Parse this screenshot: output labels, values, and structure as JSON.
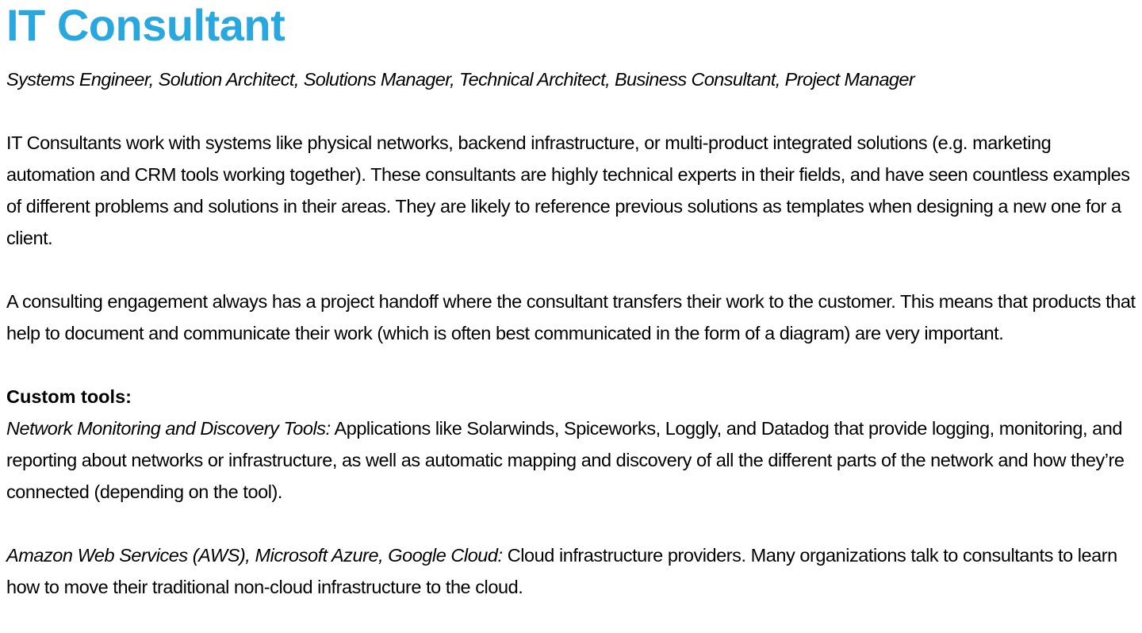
{
  "document": {
    "title": "IT Consultant",
    "subtitle": "Systems Engineer, Solution Architect, Solutions Manager, Technical Architect, Business Consultant, Project Manager",
    "paragraphs": [
      "IT Consultants work with systems like physical networks, backend infrastructure, or multi-product integrated solutions (e.g. marketing automation and CRM tools working together). These consultants are highly technical experts in their fields, and have seen countless examples of different problems and solutions in their areas. They are likely to reference previous solutions as templates when designing a new one for a client.",
      "A consulting engagement always has a project handoff where the  consultant transfers their work to the customer. This means that products that help to document and communicate their work (which is often best communicated in the form of a diagram) are very important."
    ],
    "custom_tools": {
      "heading": "Custom tools:",
      "items": [
        {
          "term": "Network Monitoring and Discovery Tools:",
          "description": " Applications like Solarwinds, Spiceworks, Loggly, and Datadog that provide logging, monitoring, and reporting about networks or infrastructure, as well as automatic mapping and discovery of all the different parts of the network and how they’re connected (depending on the tool)."
        },
        {
          "term": "Amazon Web Services (AWS), Microsoft Azure, Google Cloud:",
          "description": " Cloud infrastructure providers. Many organizations talk to consultants to learn how to move their traditional non-cloud infrastructure to the cloud."
        }
      ]
    },
    "colors": {
      "title": "#29a8e0",
      "text": "#000000",
      "background": "#ffffff"
    }
  }
}
